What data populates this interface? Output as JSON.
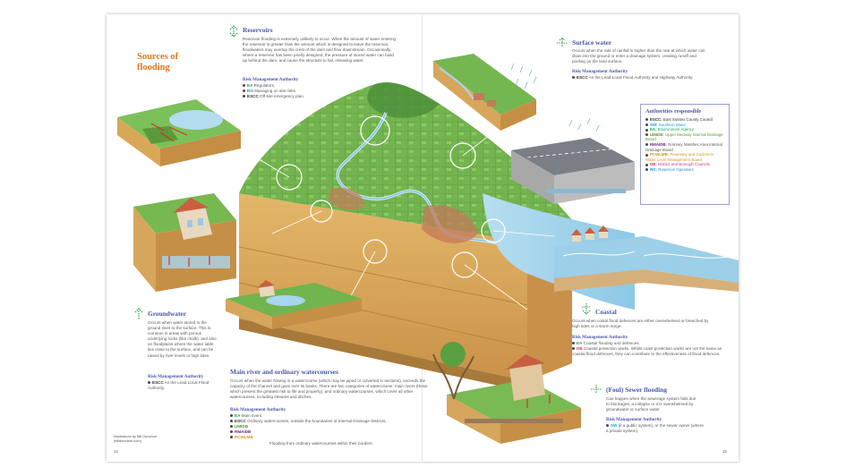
{
  "colors": {
    "accent_orange": "#e0781f",
    "heading_blue": "#4a58a8",
    "EA": "#1f9a5a",
    "SW": "#1aa0d8",
    "UMIDB": "#5a9a2a",
    "RMAIDB": "#6a2a7a",
    "PCWLMB": "#d09a1a",
    "DB": "#d0357a",
    "RO": "#2a8ad0",
    "ESCC": "#333333",
    "arrow_green": "#3ca04a"
  },
  "title": "Sources of flooding",
  "reservoirs": {
    "heading": "Reservoirs",
    "body": "Reservoir flooding is extremely unlikely to occur. When the amount of water entering the reservoir is greater than the amount which is designed to leave the reservoir, floodwaters may overtop the crest of the dam and flow downstream. Occasionally, where a reservoir has been poorly designed, the pressure of stored water can build up behind the dam, and cause the structure to fail, releasing water.",
    "rma_heading": "Risk Management Authority",
    "rma": [
      {
        "abbr": "EA",
        "text": "Regulators."
      },
      {
        "abbr": "RO",
        "text": "Managing on site risks."
      },
      {
        "abbr": "ESCC",
        "text": "Off-site emergency plan."
      }
    ]
  },
  "surface_water": {
    "heading": "Surface water",
    "body": "Occurs when the rate of rainfall is higher than the rate at which water can drain into the ground or enter a drainage system, creating runoff and pooling on the land surface.",
    "rma_heading": "Risk Management Authority",
    "rma": [
      {
        "abbr": "ESCC",
        "text": "As the Lead Local Flood Authority and Highway Authority."
      }
    ]
  },
  "authorities": {
    "heading": "Authorities responsible",
    "items": [
      {
        "abbr": "ESCC:",
        "text": "East Sussex County Council",
        "color_key": "ESCC"
      },
      {
        "abbr": "SW:",
        "text": "Southern Water",
        "color_key": "SW"
      },
      {
        "abbr": "EA:",
        "text": "Environment Agency",
        "color_key": "EA"
      },
      {
        "abbr": "UMIDB:",
        "text": "Upper Medway Internal Drainage Board",
        "color_key": "UMIDB"
      },
      {
        "abbr": "RMAIDB:",
        "text": "Romney Marshes Area Internal Drainage Board",
        "color_key": "RMAIDB"
      },
      {
        "abbr": "PCWLMB:",
        "text": "Pevensey and Cuckmere Water Level Management Board",
        "color_key": "PCWLMB"
      },
      {
        "abbr": "DB:",
        "text": "District and Borough Councils",
        "color_key": "DB"
      },
      {
        "abbr": "RO:",
        "text": "Reservoir Operators",
        "color_key": "RO"
      }
    ]
  },
  "groundwater": {
    "heading": "Groundwater",
    "body": "Occurs when water stored in the ground rises to the surface. This is common in areas with porous underlying rocks (like chalk), and also on floodplains where the water table lies close to the surface, and can be raised by river levels or high tides.",
    "rma_heading": "Risk Management Authority",
    "rma": [
      {
        "abbr": "ESCC",
        "text": "As the Lead Local Flood Authority."
      }
    ]
  },
  "main_river": {
    "heading": "Main river and ordinary watercourses",
    "body": "Occurs when the water flowing in a watercourse (which may be piped or culverted in sections), exceeds the capacity of the channel and goes over its banks. There are two categories of watercourse: main rivers (those which present the greatest risk to life and property), and ordinary watercourses, which cover all other watercourses, including streams and ditches.",
    "rma_heading": "Risk Management Authority",
    "rma": [
      {
        "abbr": "EA",
        "text": "Main rivers."
      },
      {
        "abbr": "ESCC",
        "text": "Ordinary watercourses, outside the boundaries of Internal Drainage Districts."
      },
      {
        "abbr": "UMIDB",
        "text": ""
      },
      {
        "abbr": "RMAIDB",
        "text": ""
      },
      {
        "abbr": "PCWLMB",
        "text": ""
      }
    ],
    "bracket_note": "Flooding from ordinary watercourses within their borders."
  },
  "coastal": {
    "heading": "Coastal",
    "body": "Occurs when costal flood defences are either overwhelmed or breached by high tides or a storm surge.",
    "rma_heading": "Risk Management Authority",
    "rma": [
      {
        "abbr": "EA",
        "text": "Coastal flooding and defences."
      },
      {
        "abbr": "DB",
        "text": "Coastal protection works. Whilst coast protection works are not the same as coastal flood defences, they can contribute to the effectiveness of flood defences."
      }
    ]
  },
  "sewer": {
    "heading": "(Foul) Sewer flooding",
    "body": "Can happen when the sewerage system fails due to blockages, a collapse or it is overwhelmed by groundwater or surface water.",
    "rma_heading": "Risk Management Authority",
    "rma": [
      {
        "abbr": "SW",
        "text": "(if a public system), or the sewer owner (where a private system)."
      }
    ]
  },
  "credit": {
    "line1": "Illustrations by Bill Donohoe",
    "line2": "(billdonohoe.com)"
  },
  "page_numbers": {
    "left": "14",
    "right": "15"
  }
}
